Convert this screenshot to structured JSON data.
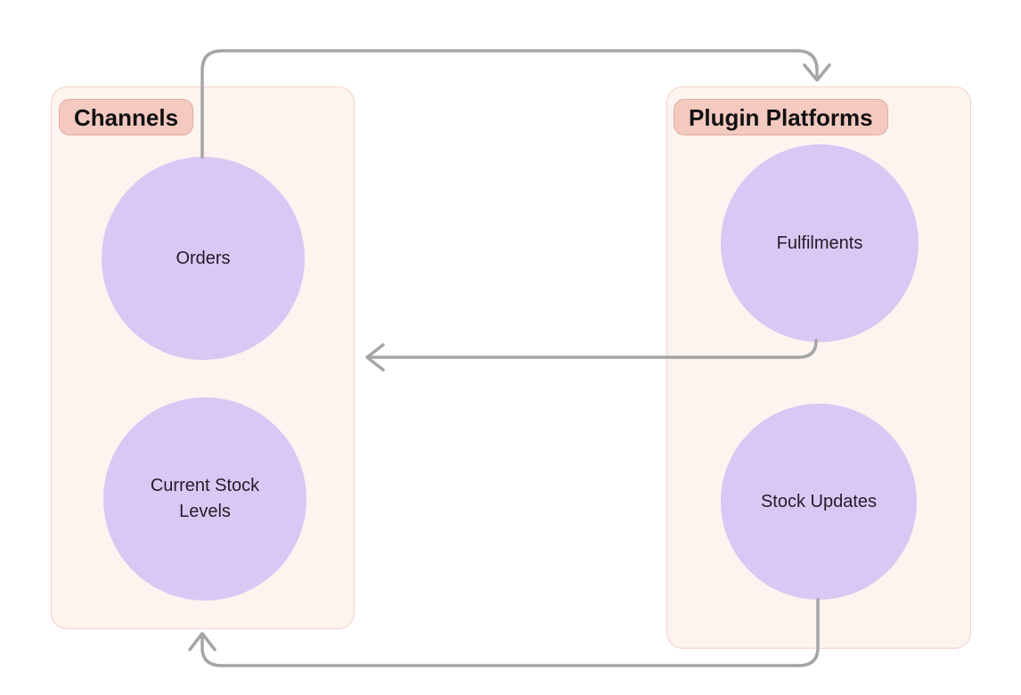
{
  "diagram": {
    "groups": [
      {
        "label": "Channels",
        "nodes": [
          {
            "label": "Orders"
          },
          {
            "label": "Current Stock Levels"
          }
        ]
      },
      {
        "label": "Plugin Platforms",
        "nodes": [
          {
            "label": "Fulfilments"
          },
          {
            "label": "Stock Updates"
          }
        ]
      }
    ],
    "edges": [
      {
        "from": "Orders",
        "to": "Plugin Platforms",
        "shape": "up-across-down"
      },
      {
        "from": "Fulfilments",
        "to": "Channels",
        "shape": "straight-left"
      },
      {
        "from": "Stock Updates",
        "to": "Current Stock Levels",
        "shape": "down-across-up"
      }
    ],
    "colors": {
      "background": "#ffffff",
      "group_fill": "#fdf4f0",
      "group_border": "#f6cfc7",
      "badge_fill": "#f4c9c0",
      "badge_border": "#dfaca3",
      "badge_text": "#111111",
      "node_fill": "#dbc7f4",
      "node_text": "#211d29",
      "edge": "#a5a5a5"
    }
  }
}
